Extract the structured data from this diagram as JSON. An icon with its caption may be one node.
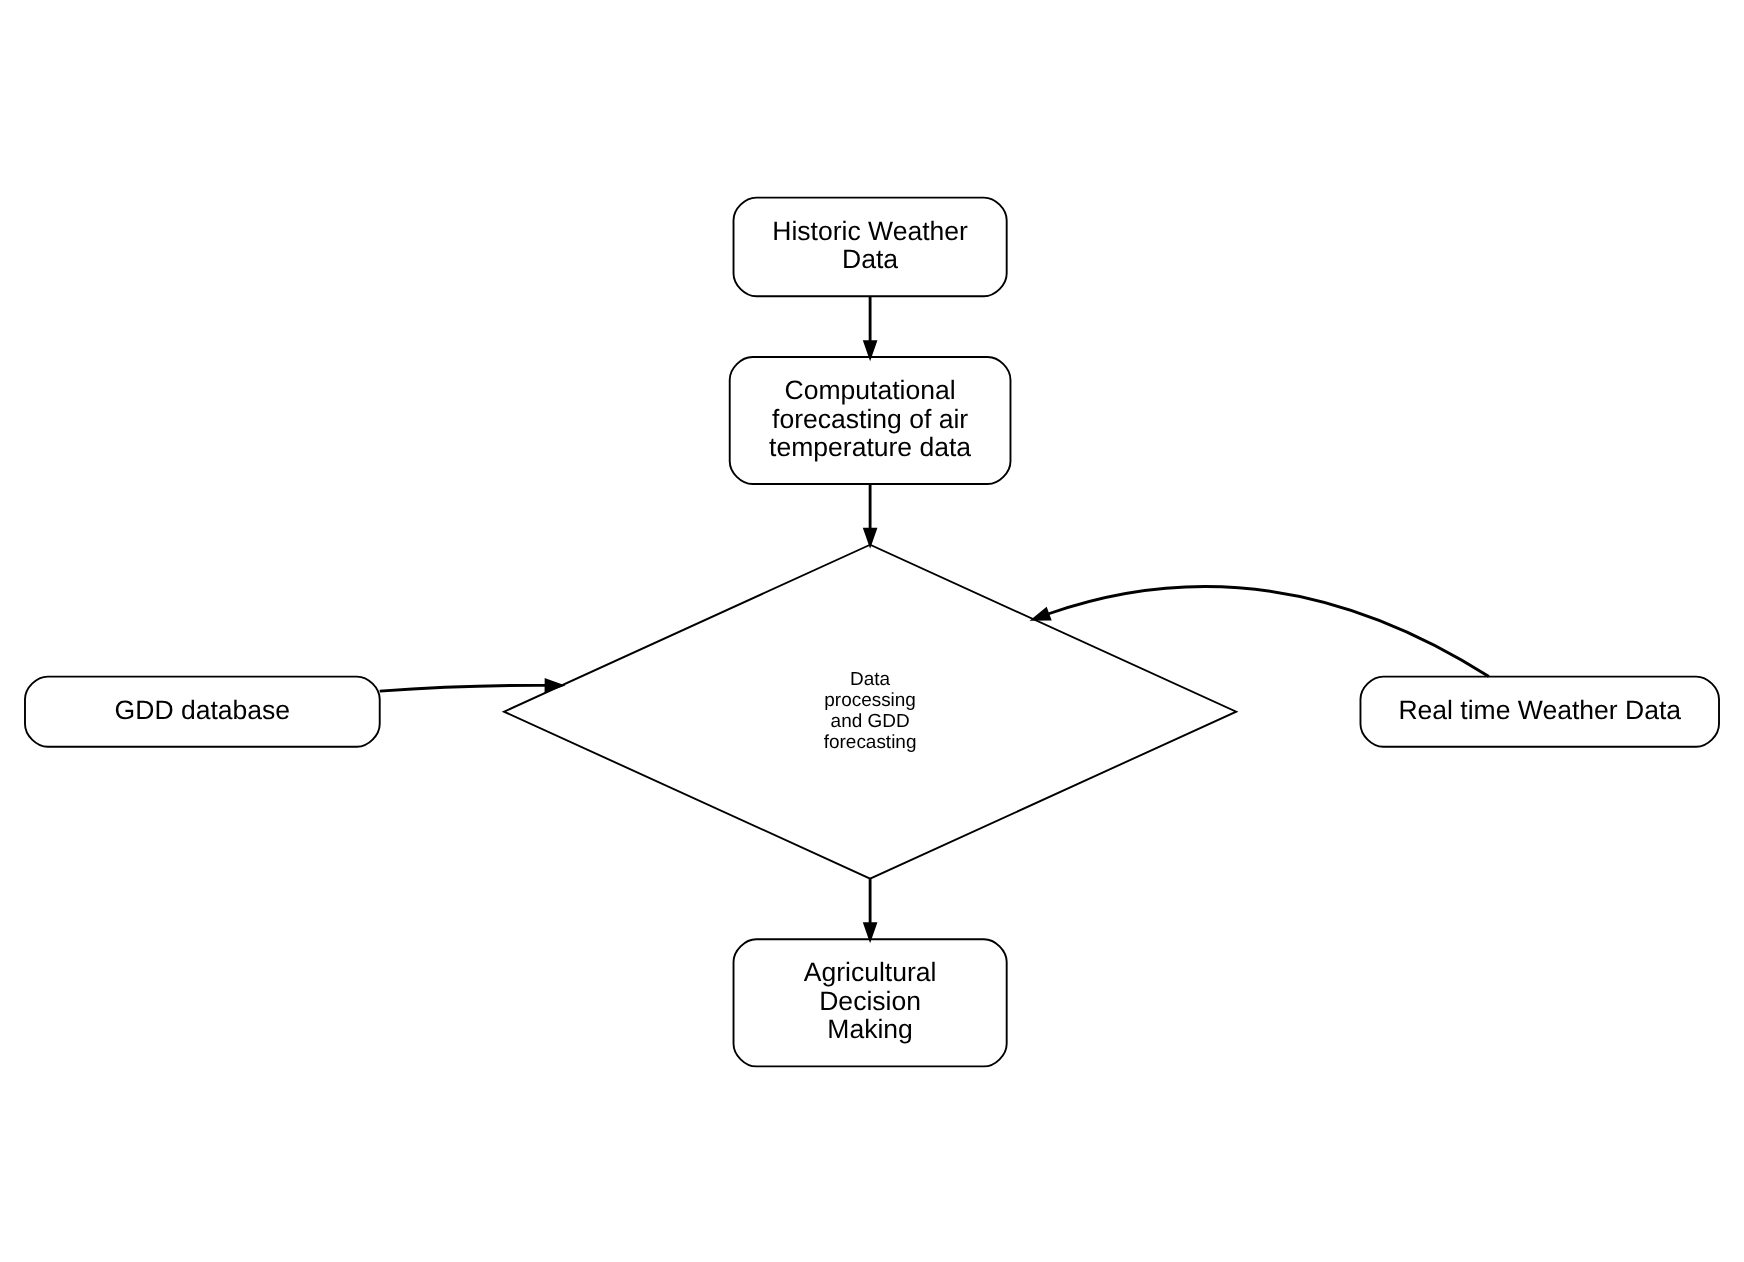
{
  "diagram": {
    "nodes": [
      {
        "text": [
          "Historic Weather Data"
        ]
      },
      {
        "text": [
          "Computational forecasting of air temperature data"
        ]
      },
      {
        "text": [
          "GDD database"
        ]
      },
      {
        "text": [
          "Data processing and GDD forecasting"
        ]
      },
      {
        "text": [
          "Real time Weather Data"
        ]
      },
      {
        "text": [
          "Agricultural Decision Making"
        ]
      }
    ],
    "edges": [
      {
        "from": 0,
        "to": 1,
        "arrow": "to"
      },
      {
        "from": 1,
        "to": 3,
        "arrow": "to"
      },
      {
        "from": 2,
        "to": 3,
        "arrow": "to"
      },
      {
        "from": 4,
        "to": 3,
        "arrow": "to"
      },
      {
        "from": 3,
        "to": 5,
        "arrow": "to"
      }
    ]
  }
}
